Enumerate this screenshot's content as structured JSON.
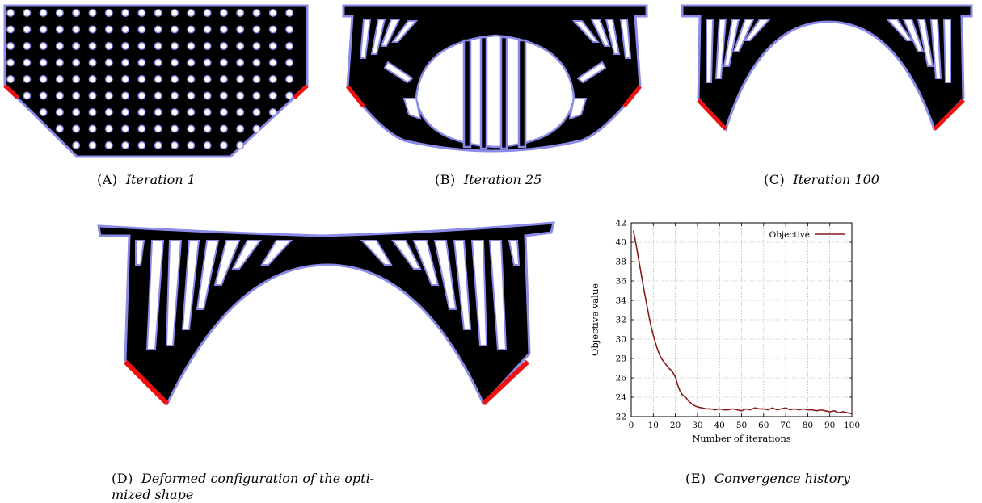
{
  "figure": {
    "panel_a": {
      "label": "(A)",
      "caption": "Iteration 1"
    },
    "panel_b": {
      "label": "(B)",
      "caption": "Iteration 25"
    },
    "panel_c": {
      "label": "(C)",
      "caption": "Iteration 100"
    },
    "panel_d": {
      "label": "(D)",
      "caption_line1": "Deformed configuration of the opti-",
      "caption_line2": "mized shape"
    },
    "panel_e": {
      "label": "(E)",
      "caption": "Convergence history"
    }
  },
  "colors": {
    "material": "#000000",
    "boundary": "#8a8ae8",
    "support": "#ee1111",
    "curve": "#8b1a1a"
  },
  "chart_data": {
    "type": "line",
    "xlabel": "Number of iterations",
    "ylabel": "Objective value",
    "xlim": [
      0,
      100
    ],
    "ylim": [
      22,
      42
    ],
    "xticks": [
      0,
      10,
      20,
      30,
      40,
      50,
      60,
      70,
      80,
      90,
      100
    ],
    "yticks": [
      22,
      24,
      26,
      28,
      30,
      32,
      34,
      36,
      38,
      40,
      42
    ],
    "grid": true,
    "legend_position": "top-right",
    "series": [
      {
        "name": "Objective",
        "x": [
          1,
          2,
          3,
          4,
          5,
          6,
          7,
          8,
          9,
          10,
          11,
          12,
          13,
          14,
          15,
          16,
          17,
          18,
          19,
          20,
          21,
          22,
          23,
          24,
          25,
          26,
          27,
          28,
          29,
          30,
          32,
          34,
          36,
          38,
          40,
          42,
          44,
          46,
          48,
          50,
          52,
          54,
          56,
          58,
          60,
          62,
          64,
          66,
          68,
          70,
          72,
          74,
          76,
          78,
          80,
          82,
          84,
          86,
          88,
          90,
          92,
          94,
          96,
          98,
          100
        ],
        "y": [
          41.2,
          40.0,
          38.7,
          37.4,
          36.1,
          34.8,
          33.6,
          32.4,
          31.3,
          30.4,
          29.6,
          28.9,
          28.3,
          27.9,
          27.6,
          27.3,
          27.0,
          26.8,
          26.5,
          26.1,
          25.3,
          24.7,
          24.3,
          24.1,
          23.9,
          23.6,
          23.4,
          23.2,
          23.1,
          23.0,
          22.9,
          22.8,
          22.8,
          22.7,
          22.8,
          22.7,
          22.7,
          22.8,
          22.7,
          22.6,
          22.8,
          22.7,
          22.9,
          22.8,
          22.8,
          22.7,
          22.9,
          22.7,
          22.8,
          22.9,
          22.7,
          22.8,
          22.7,
          22.8,
          22.7,
          22.7,
          22.6,
          22.7,
          22.6,
          22.5,
          22.6,
          22.4,
          22.5,
          22.4,
          22.3
        ]
      }
    ]
  }
}
